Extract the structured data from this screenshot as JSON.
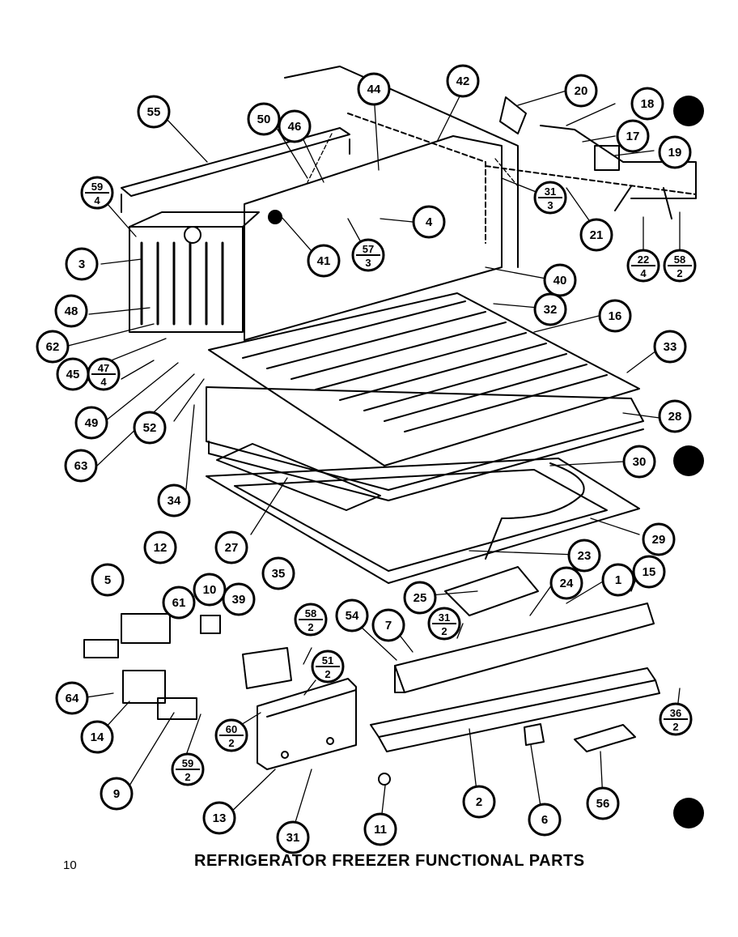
{
  "title": "REFRIGERATOR FREEZER FUNCTIONAL PARTS",
  "page_number": "10",
  "callouts": [
    {
      "label": "55"
    },
    {
      "label": "50"
    },
    {
      "label": "46"
    },
    {
      "label": "44"
    },
    {
      "label": "42"
    },
    {
      "label": "20"
    },
    {
      "label": "18"
    },
    {
      "label": "17"
    },
    {
      "label": "19"
    },
    {
      "top": "59",
      "bottom": "4"
    },
    {
      "label": "3"
    },
    {
      "label": "48"
    },
    {
      "label": "62"
    },
    {
      "label": "45"
    },
    {
      "top": "47",
      "bottom": "4"
    },
    {
      "label": "49"
    },
    {
      "label": "63"
    },
    {
      "label": "52"
    },
    {
      "label": "34"
    },
    {
      "label": "41"
    },
    {
      "top": "57",
      "bottom": "3"
    },
    {
      "label": "4"
    },
    {
      "top": "31",
      "bottom": "3"
    },
    {
      "label": "21"
    },
    {
      "top": "22",
      "bottom": "4"
    },
    {
      "top": "58",
      "bottom": "2"
    },
    {
      "label": "40"
    },
    {
      "label": "32"
    },
    {
      "label": "16"
    },
    {
      "label": "33"
    },
    {
      "label": "28"
    },
    {
      "label": "30"
    },
    {
      "label": "27"
    },
    {
      "label": "29"
    },
    {
      "label": "12"
    },
    {
      "label": "5"
    },
    {
      "label": "10"
    },
    {
      "label": "39"
    },
    {
      "label": "35"
    },
    {
      "label": "61"
    },
    {
      "top": "58",
      "bottom": "2"
    },
    {
      "top": "51",
      "bottom": "2"
    },
    {
      "label": "23"
    },
    {
      "label": "25"
    },
    {
      "label": "24"
    },
    {
      "label": "1"
    },
    {
      "label": "15"
    },
    {
      "label": "54"
    },
    {
      "label": "7"
    },
    {
      "top": "31",
      "bottom": "2"
    },
    {
      "label": "64"
    },
    {
      "label": "14"
    },
    {
      "top": "60",
      "bottom": "2"
    },
    {
      "top": "59",
      "bottom": "2"
    },
    {
      "label": "9"
    },
    {
      "label": "13"
    },
    {
      "label": "31"
    },
    {
      "label": "11"
    },
    {
      "label": "2"
    },
    {
      "label": "6"
    },
    {
      "label": "56"
    },
    {
      "top": "36",
      "bottom": "2"
    }
  ]
}
